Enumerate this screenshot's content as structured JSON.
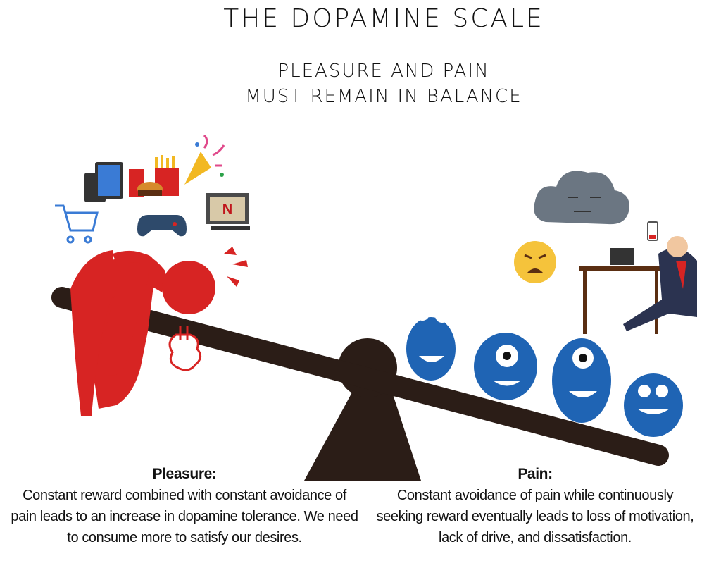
{
  "title": "THE DOPAMINE SCALE",
  "subtitle_line1": "PLEASURE AND PAIN",
  "subtitle_line2": "MUST REMAIN IN BALANCE",
  "tv_logo_letter": "N",
  "pleasure": {
    "heading": "Pleasure:",
    "text": "Constant reward combined with constant avoidance of pain leads to an increase in dopamine tolerance. We need to consume more to satisfy our desires."
  },
  "pain": {
    "heading": "Pain:",
    "text": "Constant avoidance of pain while continuously seeking reward eventually leads to loss of motivation, lack of drive, and dissatisfaction."
  },
  "colors": {
    "seesaw": "#2b1d17",
    "figure": "#d72423",
    "monster": "#1f64b4"
  }
}
